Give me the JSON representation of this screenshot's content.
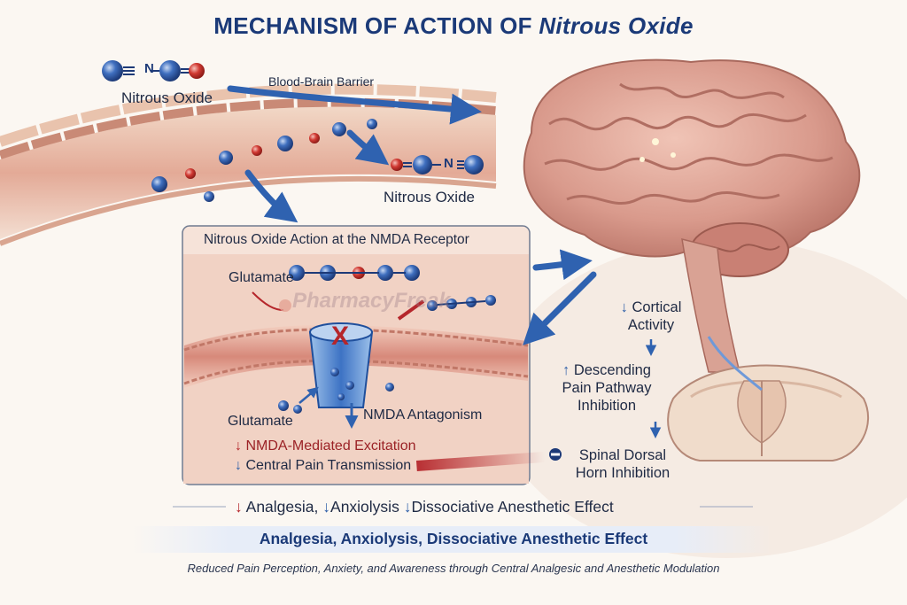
{
  "title": {
    "main": "MECHANISM OF ACTION OF ",
    "emphasis": "Nitrous Oxide"
  },
  "molecule_top": {
    "label": "Nitrous Oxide",
    "formula": "N"
  },
  "bbb_label": "Blood-Brain Barrier",
  "molecule_mid": {
    "label": "Nitrous Oxide",
    "formula": "N"
  },
  "panel": {
    "title": "Nitrous Oxide Action at the NMDA Receptor",
    "glutamate_top": "Glutamate",
    "glutamate_bottom": "Glutamate",
    "antagonism": "NMDA Antagonism",
    "excitation": "NMDA-Mediated Excitation",
    "transmission": "Central Pain Transmission",
    "block_mark": "X",
    "watermark": "PharmacyFreak"
  },
  "pathway": {
    "cortical": [
      "Cortical",
      "Activity"
    ],
    "descending": [
      "Descending",
      "Pain Pathway",
      "Inhibition"
    ],
    "spinal": [
      "Spinal Dorsal",
      "Horn Inhibition"
    ]
  },
  "summary_row": [
    "Analgesia,",
    "Anxiolysis",
    "Dissociative Anesthetic Effect"
  ],
  "banner": "Analgesia, Anxiolysis, Dissociative Anesthetic Effect",
  "footer": "Reduced Pain Perception, Anxiety, and Awareness through Central Analgesic and Anesthetic Modulation",
  "colors": {
    "title": "#1b3a78",
    "arrow": "#2f62b0",
    "down_red": "#b5262b",
    "brain": "#d99a8c"
  },
  "icons": {
    "down_arrow": "↓",
    "up_arrow": "↑",
    "block": "minus-circle-icon"
  }
}
